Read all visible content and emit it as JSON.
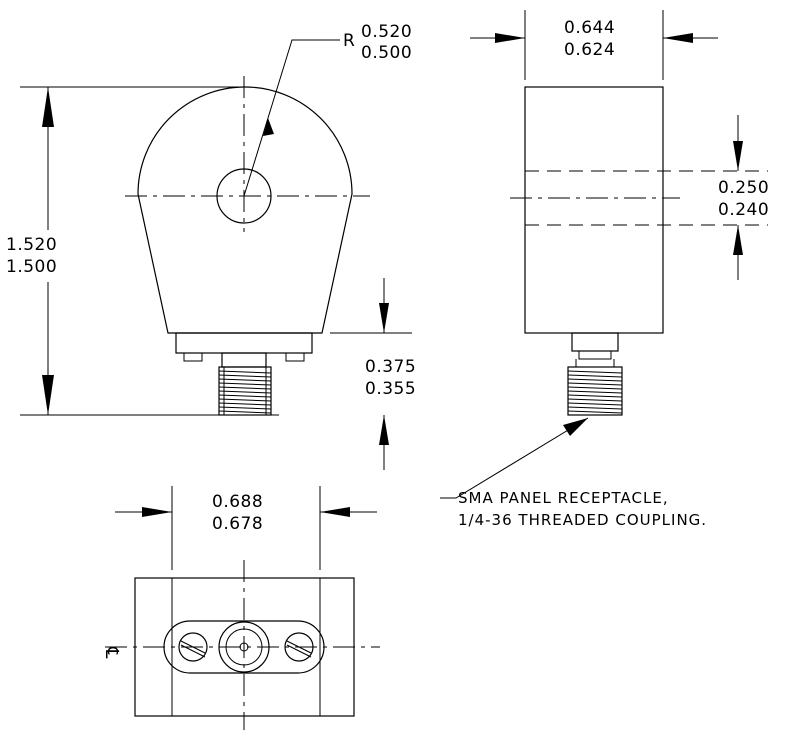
{
  "dimensions": {
    "radius": {
      "prefix": "R",
      "max": "0.520",
      "min": "0.500"
    },
    "side_width": {
      "max": "0.644",
      "min": "0.624"
    },
    "overall_height": {
      "max": "1.520",
      "min": "1.500"
    },
    "hole_spacing": {
      "max": "0.250",
      "min": "0.240"
    },
    "connector_length": {
      "max": "0.375",
      "min": "0.355"
    },
    "bottom_width": {
      "max": "0.688",
      "min": "0.678"
    }
  },
  "note": {
    "line1": "SMA PANEL RECEPTACLE,",
    "line2": "1/4-36 THREADED COUPLING."
  },
  "centerline_symbol": "℄"
}
